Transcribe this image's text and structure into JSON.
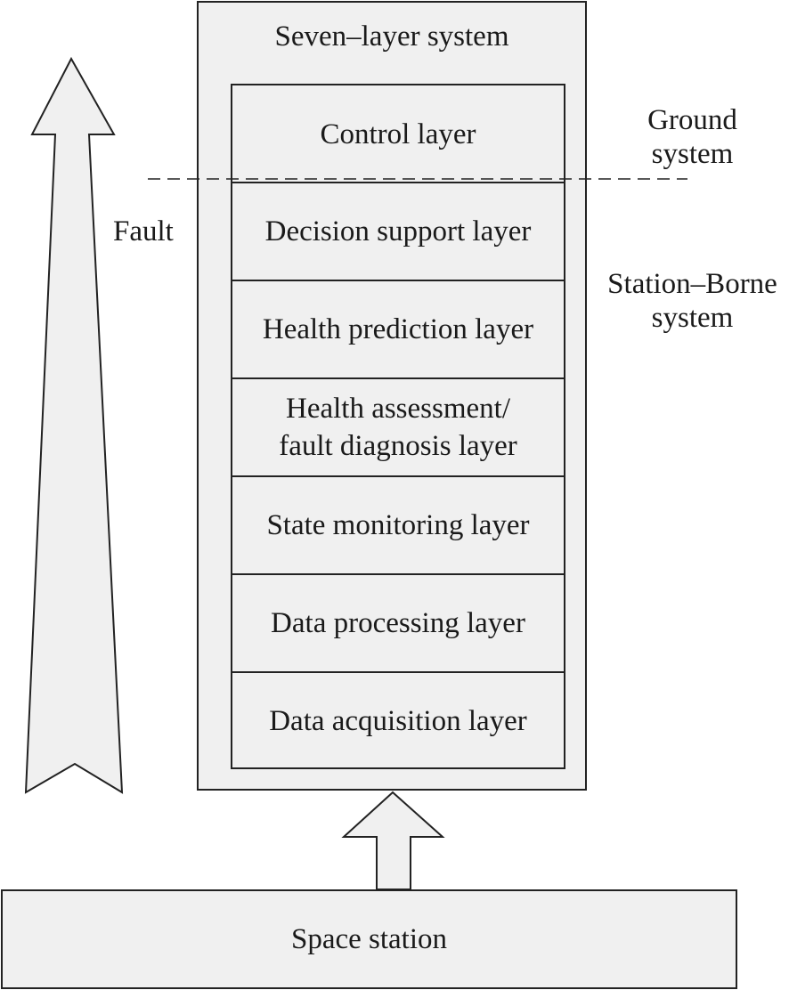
{
  "diagram": {
    "system_title": "Seven–layer system",
    "layers": [
      {
        "lines": [
          "Control layer"
        ]
      },
      {
        "lines": [
          "Decision support layer"
        ]
      },
      {
        "lines": [
          "Health prediction layer"
        ]
      },
      {
        "lines": [
          "Health assessment/",
          "fault diagnosis layer"
        ]
      },
      {
        "lines": [
          "State monitoring layer"
        ]
      },
      {
        "lines": [
          "Data processing layer"
        ]
      },
      {
        "lines": [
          "Data acquisition layer"
        ]
      }
    ],
    "left_label": "Fault",
    "right_labels": {
      "ground_line1": "Ground",
      "ground_line2": "system",
      "station_line1": "Station–Borne",
      "station_line2": "system"
    },
    "base_label": "Space station",
    "colors": {
      "box_fill": "#f0f0f0",
      "stroke": "#222222",
      "text": "#1a1a1a"
    },
    "icons": [
      "fault-up-arrow",
      "input-up-arrow",
      "ground-boundary-dashed-line"
    ]
  }
}
